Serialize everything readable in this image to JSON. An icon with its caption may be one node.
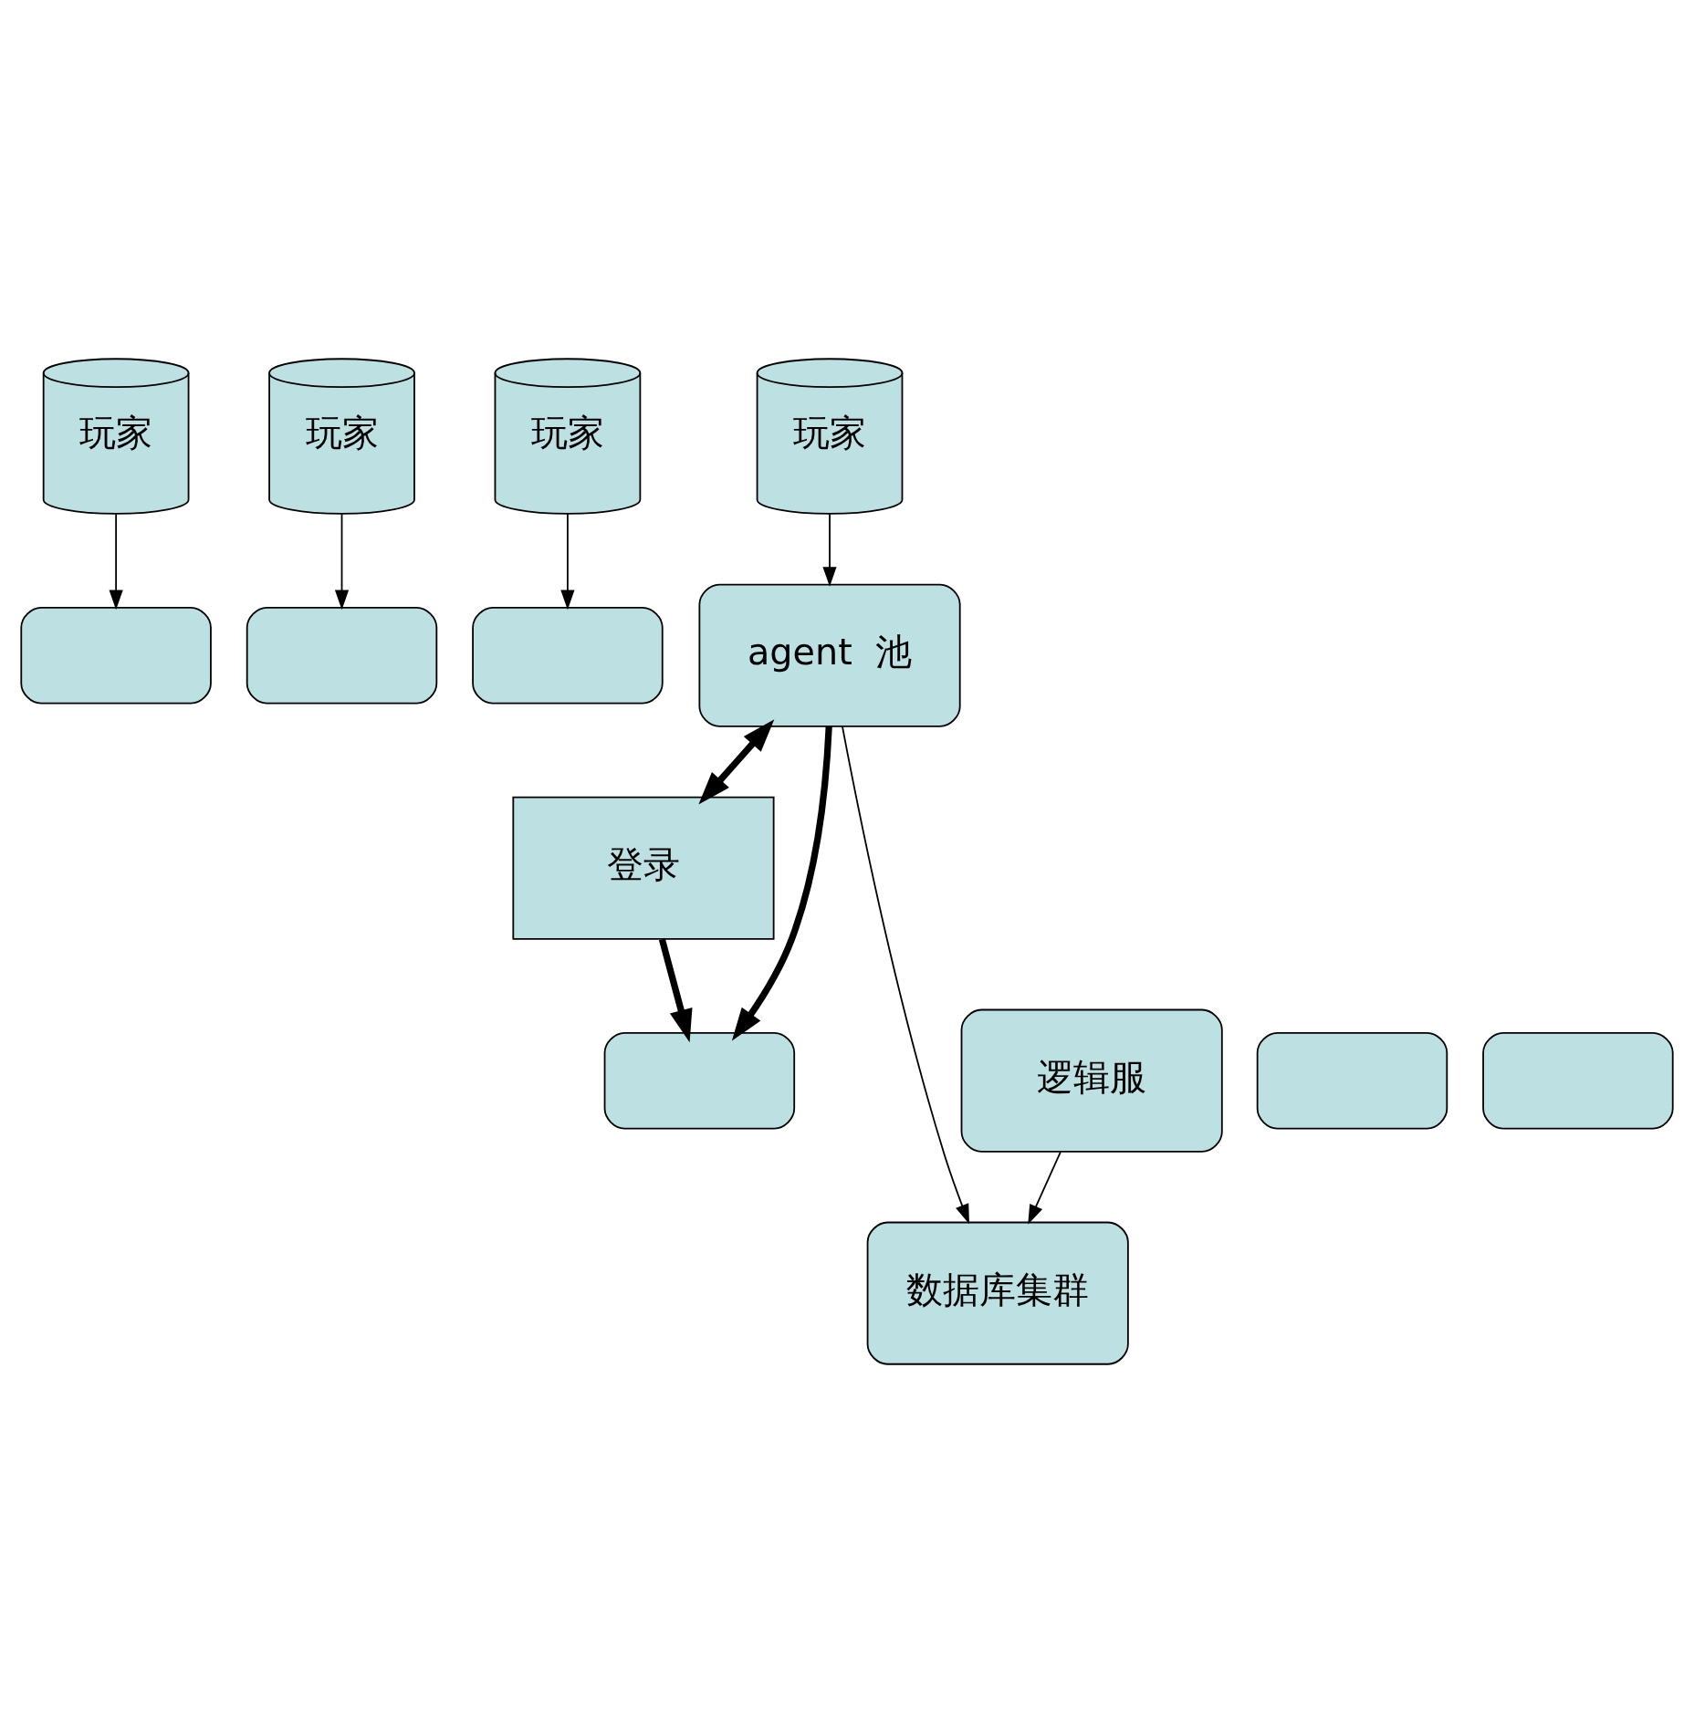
{
  "diagram": {
    "nodes": [
      {
        "text": [
          "玩家"
        ]
      },
      {
        "text": [
          "玩家"
        ]
      },
      {
        "text": [
          "玩家"
        ]
      },
      {
        "text": [
          "玩家"
        ]
      },
      {
        "text": [],
        "shape": "box"
      },
      {
        "text": [],
        "shape": "box"
      },
      {
        "text": [],
        "shape": "box"
      },
      {
        "text": [
          "agent  池"
        ]
      },
      {
        "text": [
          "登录"
        ]
      },
      {
        "text": [],
        "shape": "box"
      },
      {
        "text": [],
        "shape": "box"
      },
      {
        "text": [],
        "shape": "box"
      },
      {
        "text": [
          "逻辑服"
        ]
      },
      {
        "text": [
          "数据库集群"
        ]
      }
    ],
    "edges": [
      {
        "from": 0,
        "to": 4,
        "arrow": "to"
      },
      {
        "from": 1,
        "to": 5,
        "arrow": "to"
      },
      {
        "from": 2,
        "to": 6,
        "arrow": "to"
      },
      {
        "from": 3,
        "to": 7,
        "arrow": "to"
      },
      {
        "from": 7,
        "to": 8,
        "arrow": "both",
        "style": "thick"
      },
      {
        "from": 8,
        "to": 9,
        "arrow": "to",
        "style": "thick"
      },
      {
        "from": 7,
        "to": 9,
        "arrow": "to",
        "style": "thick"
      },
      {
        "from": 7,
        "to": 13,
        "arrow": "to"
      },
      {
        "from": 12,
        "to": 13,
        "arrow": "to"
      }
    ]
  }
}
